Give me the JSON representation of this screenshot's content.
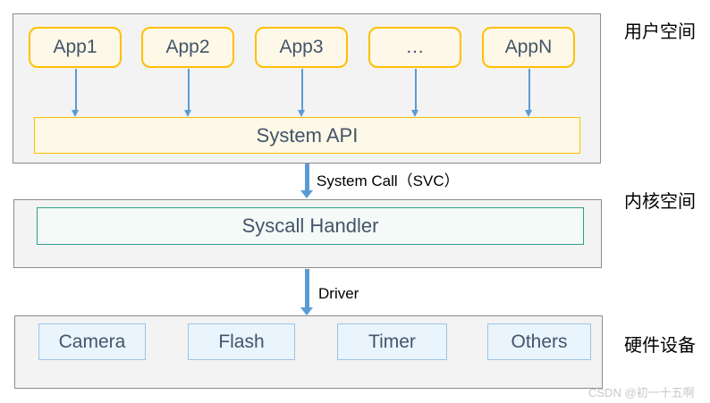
{
  "user_space": {
    "side_label": "用户空间",
    "apps": [
      "App1",
      "App2",
      "App3",
      "…",
      "AppN"
    ],
    "system_api": "System API"
  },
  "kernel_space": {
    "side_label": "内核空间",
    "syscall_handler": "Syscall Handler"
  },
  "hardware": {
    "side_label": "硬件设备",
    "devices": [
      "Camera",
      "Flash",
      "Timer",
      "Others"
    ]
  },
  "arrows": {
    "system_call_label": "System Call（SVC）",
    "driver_label": "Driver"
  },
  "watermark": "CSDN @初一十五啊",
  "colors": {
    "arrow_blue": "#5B9BD5",
    "app_fill": "#FDF8E7",
    "app_border": "#FFC000",
    "api_fill": "#FDF8E7",
    "api_border": "#FFC000",
    "handler_fill": "#F3FAF7",
    "handler_border": "#2DA089",
    "device_fill": "#E9F4FC",
    "device_border": "#9DC3E6",
    "section_fill": "#F3F3F3",
    "section_border": "#8C8C8C",
    "box_text": "#44546A"
  }
}
